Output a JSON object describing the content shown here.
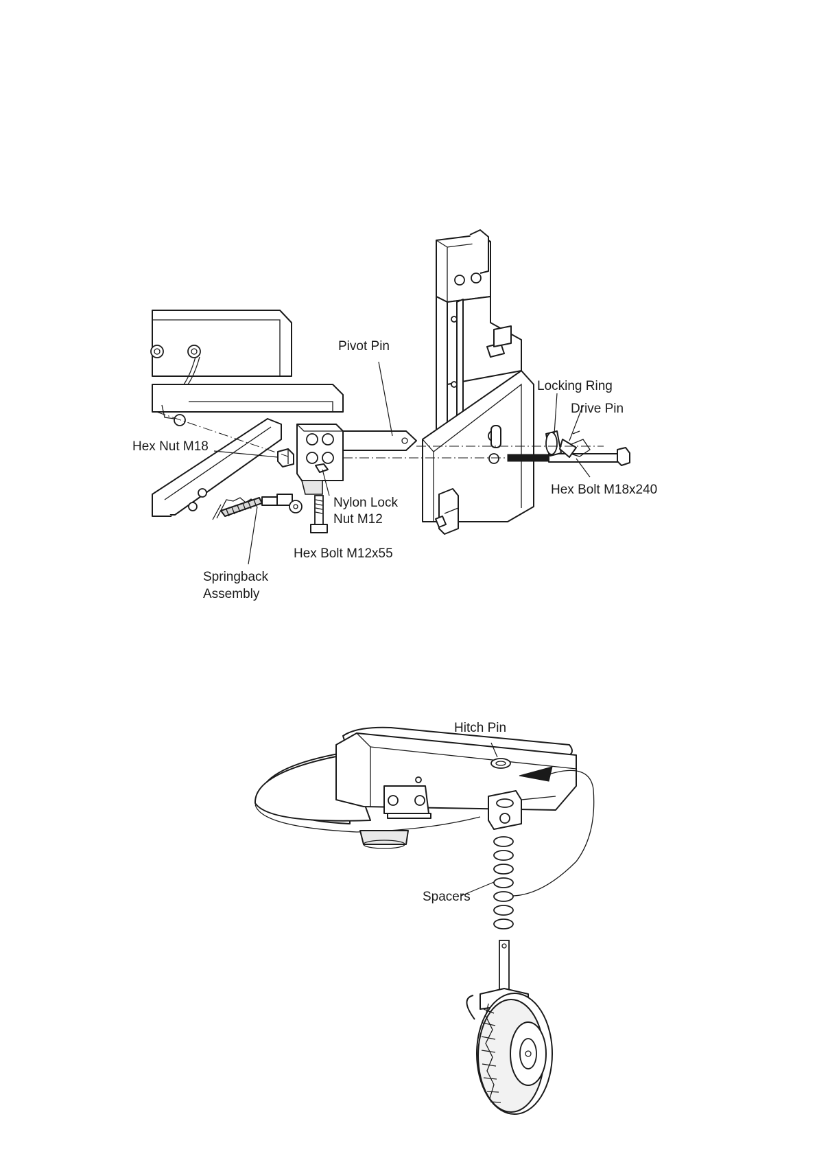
{
  "figure_top": {
    "labels": {
      "pivot_pin": "Pivot Pin",
      "locking_ring": "Locking Ring",
      "drive_pin": "Drive Pin",
      "hex_nut": "Hex Nut M18",
      "nylon_lock_line1": "Nylon Lock",
      "nylon_lock_line2": "Nut M12",
      "hex_bolt_long": "Hex Bolt M18x240",
      "hex_bolt_short": "Hex Bolt M12x55",
      "springback_line1": "Springback",
      "springback_line2": "Assembly"
    }
  },
  "figure_bottom": {
    "labels": {
      "hitch_pin": "Hitch Pin",
      "spacers": "Spacers"
    }
  }
}
